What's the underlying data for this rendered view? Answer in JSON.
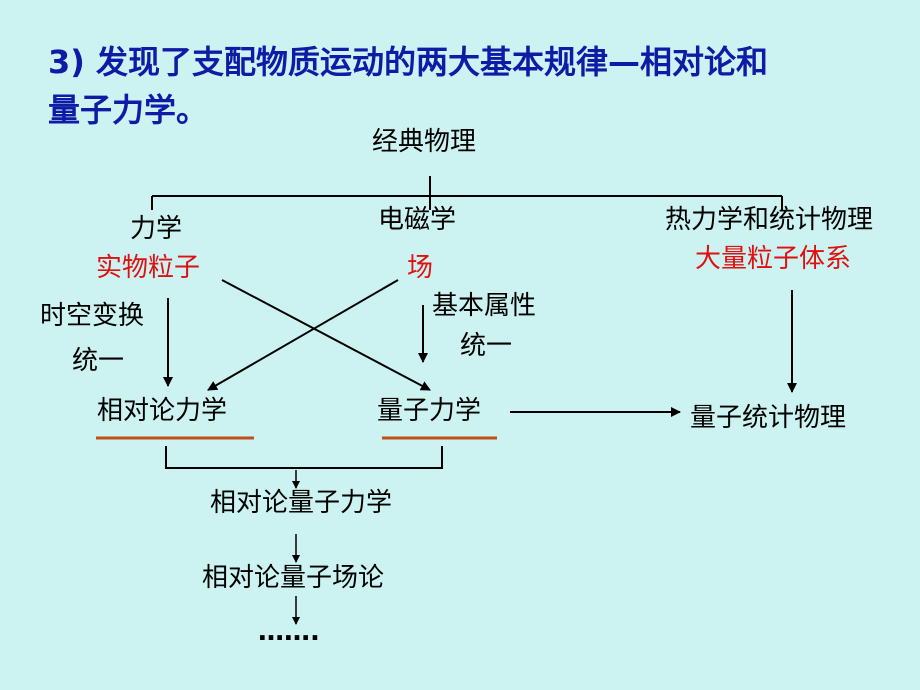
{
  "heading": {
    "line1": "3)  发现了支配物质运动的两大基本规律—相对论和",
    "line2": "量子力学。"
  },
  "nodes": {
    "classical": "经典物理",
    "mechanics": "力学",
    "particles": "实物粒子",
    "electromagnetism": "电磁学",
    "field": "场",
    "thermo": "热力学和统计物理",
    "many_particles": "大量粒子体系",
    "spacetime": "时空变换",
    "unify1": "统一",
    "basic_attr": "基本属性",
    "unify2": "统一",
    "rel_mech": "相对论力学",
    "quantum_mech": "量子力学",
    "quantum_stat": "量子统计物理",
    "rel_qm": "相对论量子力学",
    "rel_qft": "相对论量子场论",
    "ellipsis": "……."
  },
  "colors": {
    "background": "#ccf2f2",
    "heading": "#0f1aa6",
    "highlight": "#e01010",
    "underline": "#c0501a"
  }
}
